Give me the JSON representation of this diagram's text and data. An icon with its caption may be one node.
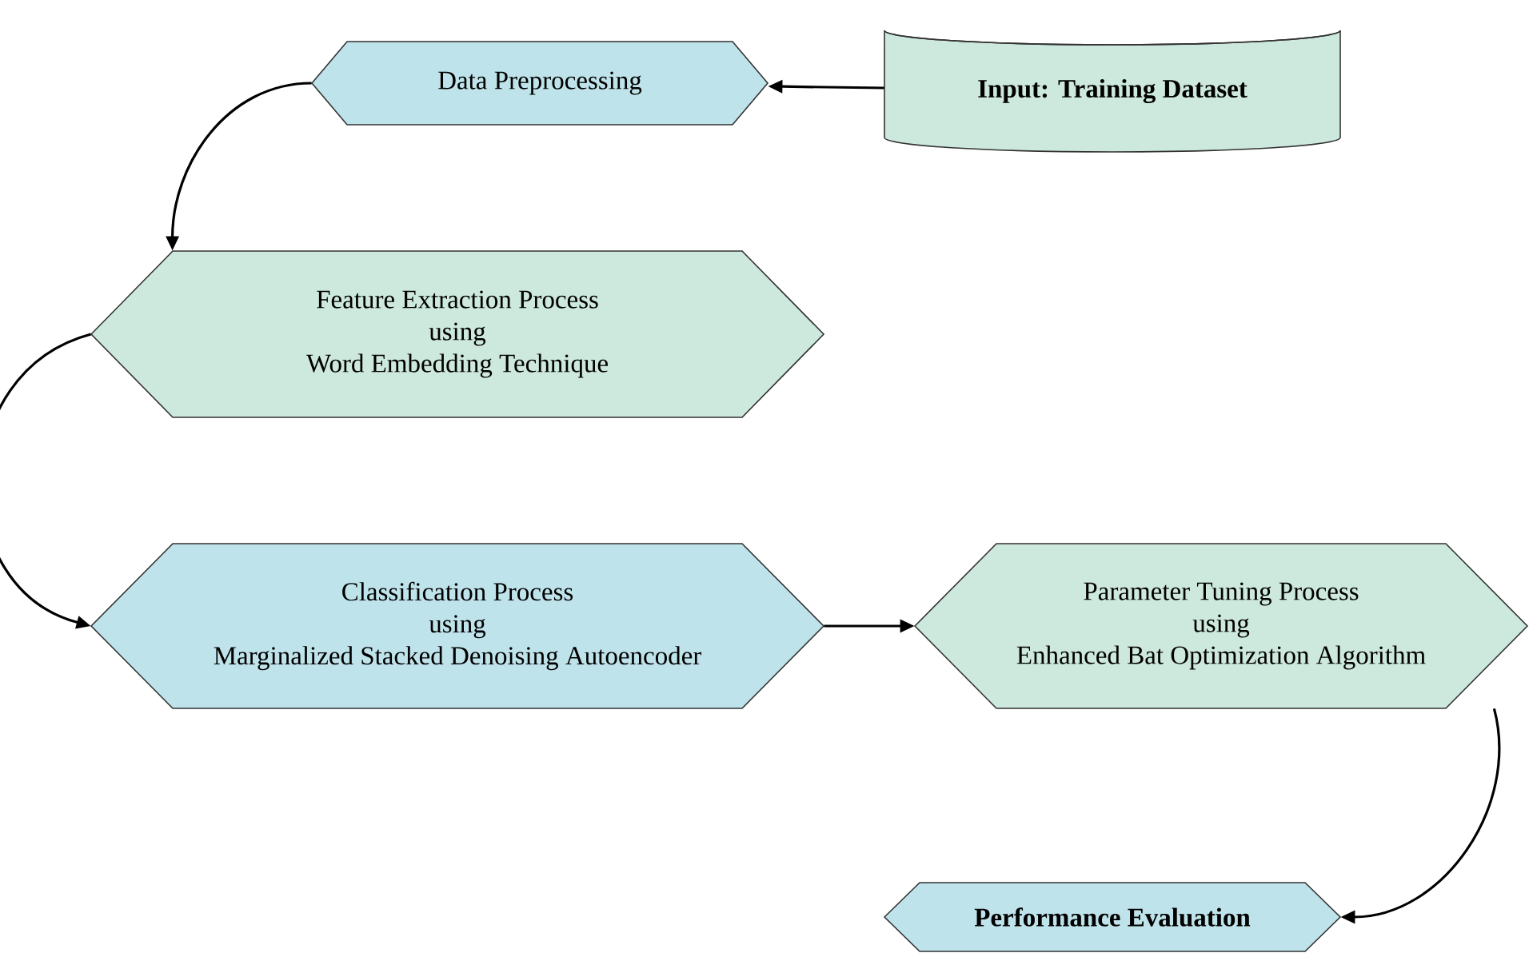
{
  "diagram": {
    "nodes": [
      {
        "text": [
          "Input: Training Dataset"
        ]
      },
      {
        "text": [
          "Data Preprocessing"
        ]
      },
      {
        "text": [
          "Feature Extraction Process",
          "using",
          "Word Embedding Technique"
        ]
      },
      {
        "text": [
          "Classification Process",
          "using",
          "Marginalized Stacked Denoising Autoencoder"
        ]
      },
      {
        "text": [
          "Parameter Tuning Process",
          "using",
          "Enhanced Bat Optimization Algorithm"
        ]
      },
      {
        "text": [
          "Performance Evaluation"
        ]
      }
    ],
    "edges": [
      {
        "from": 0,
        "to": 1,
        "arrow": "to"
      },
      {
        "from": 1,
        "to": 2,
        "arrow": "to"
      },
      {
        "from": 2,
        "to": 3,
        "arrow": "to"
      },
      {
        "from": 3,
        "to": 4,
        "arrow": "to"
      },
      {
        "from": 4,
        "to": 5,
        "arrow": "to"
      }
    ]
  }
}
